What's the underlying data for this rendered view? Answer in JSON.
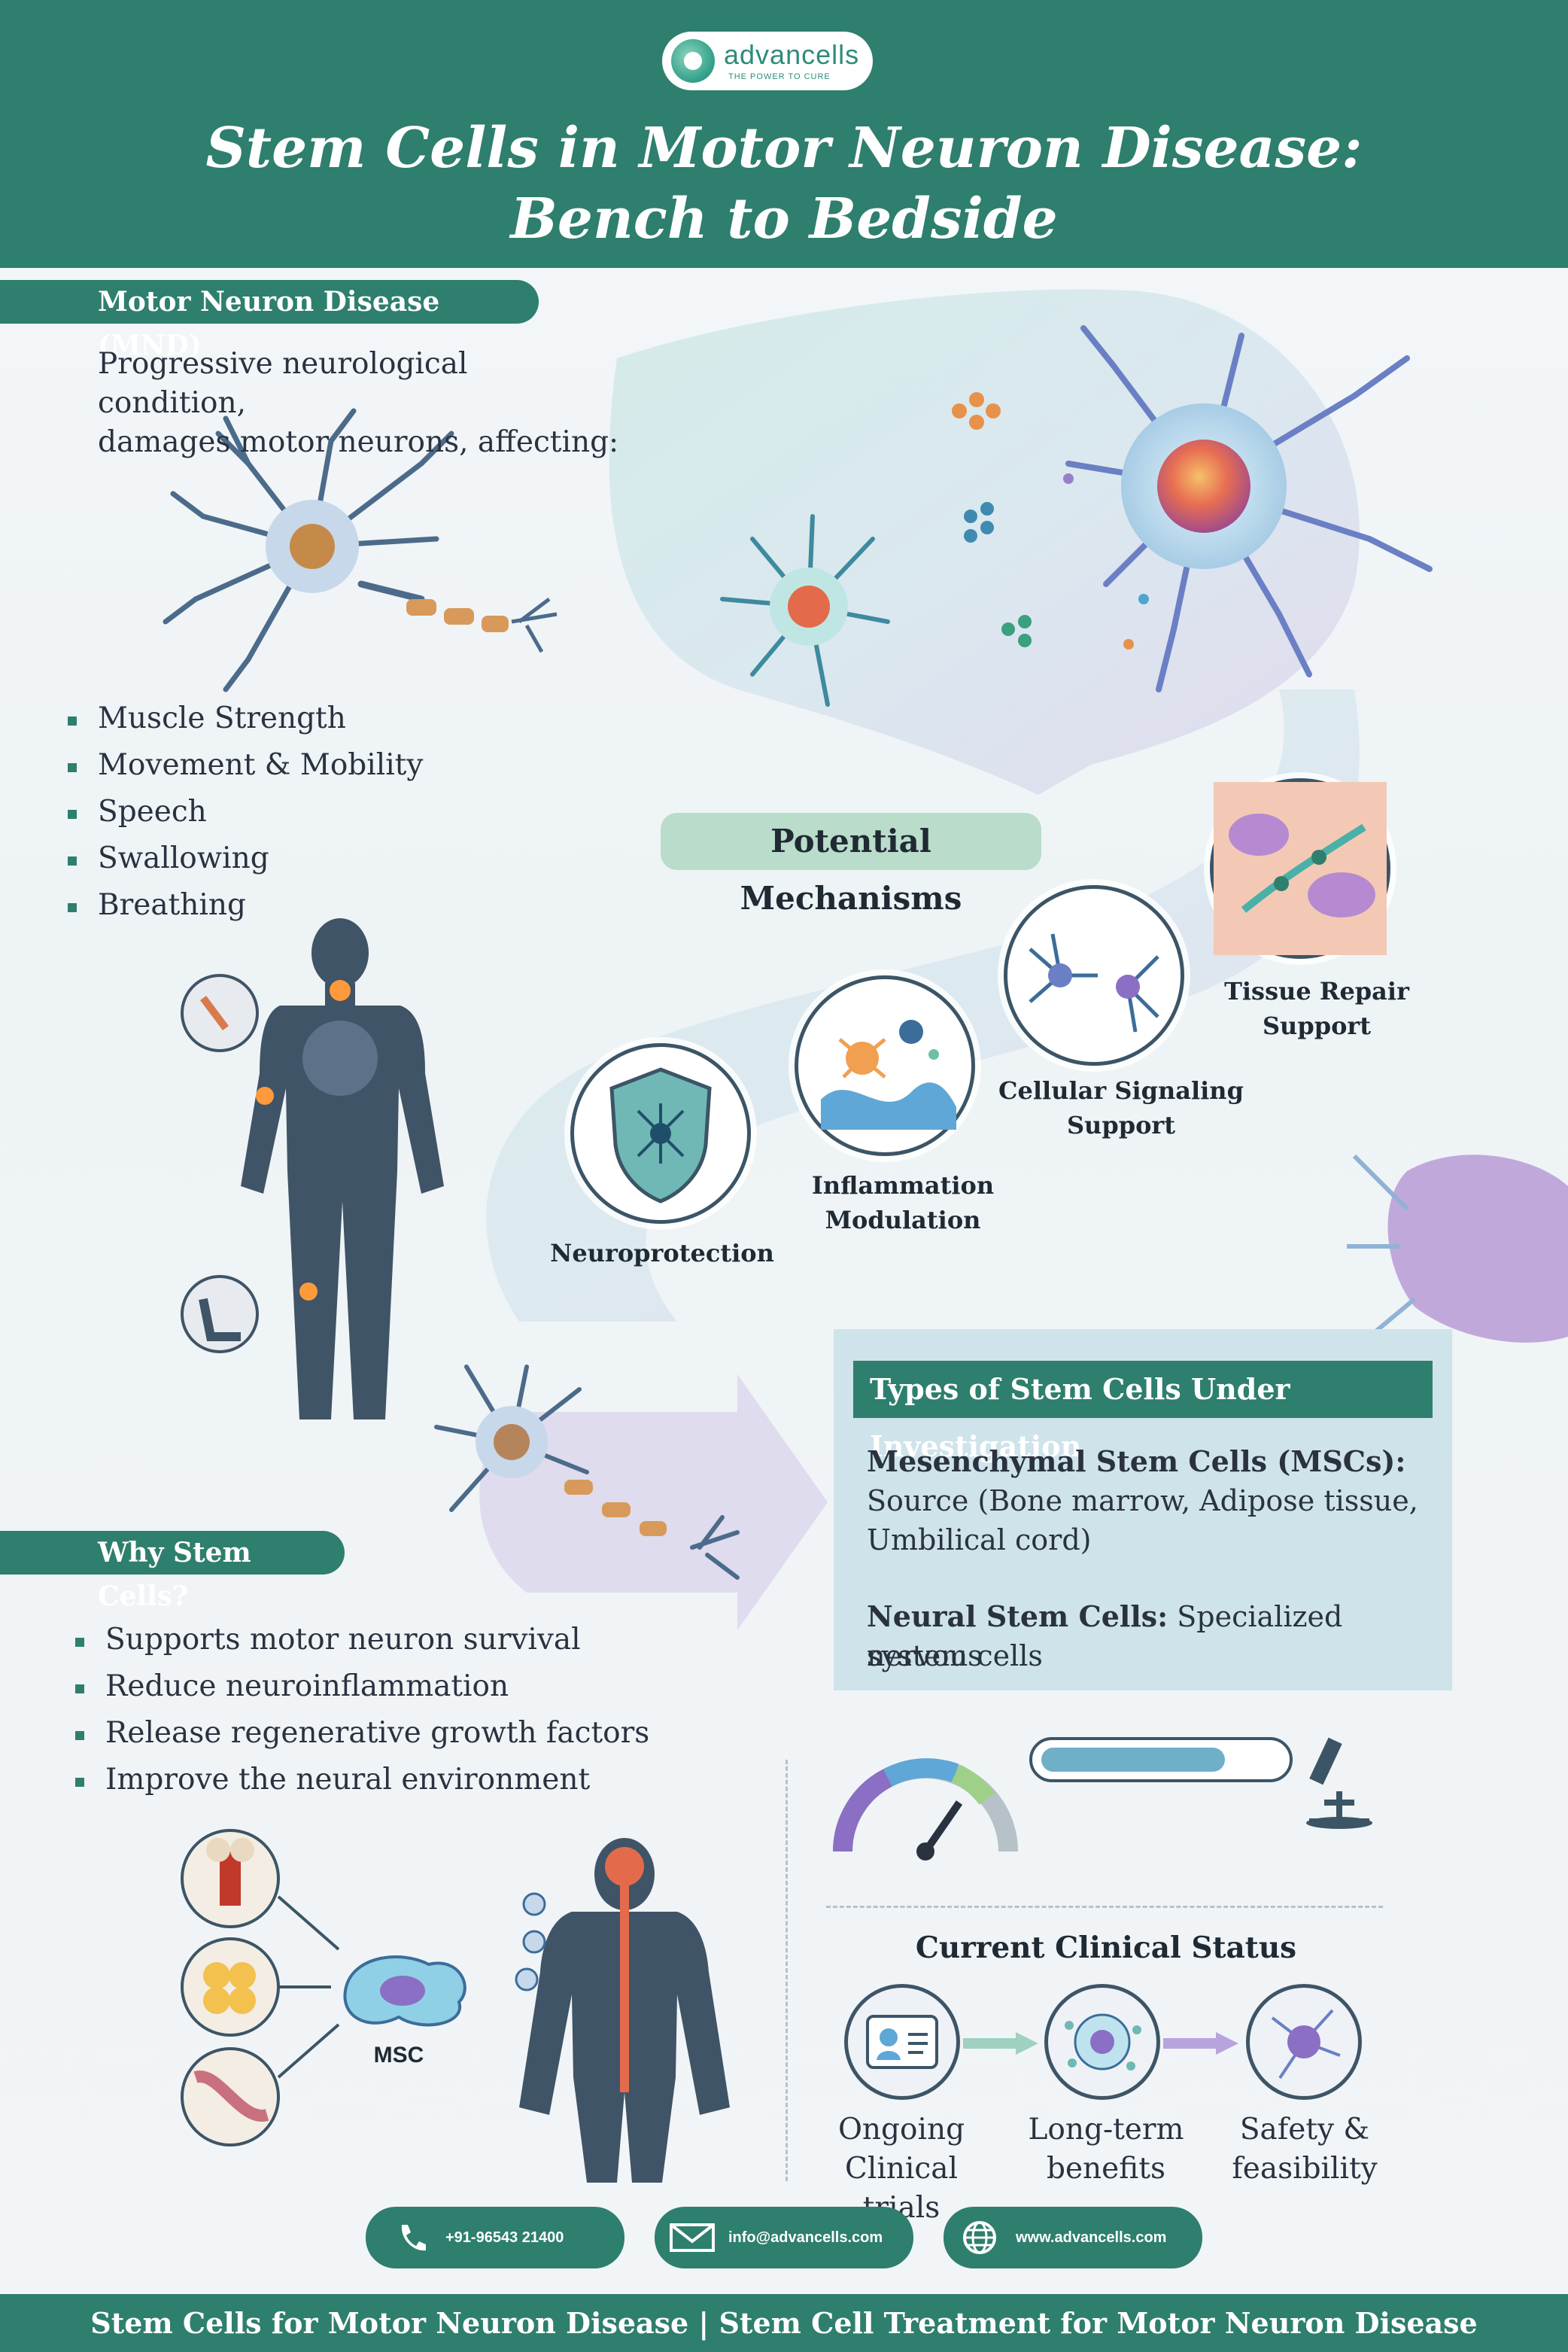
{
  "brand": {
    "name": "advancells",
    "tagline": "THE POWER TO CURE"
  },
  "title": {
    "line1": "Stem Cells in Motor Neuron Disease:",
    "line2": "Bench to Bedside"
  },
  "mnd": {
    "heading": "Motor Neuron Disease (MND)",
    "description_line1": "Progressive neurological condition,",
    "description_line2": "damages motor neurons, affecting:",
    "effects": [
      "Muscle Strength",
      "Movement & Mobility",
      "Speech",
      "Swallowing",
      "Breathing"
    ]
  },
  "mechanisms": {
    "title": "Potential Mechanisms",
    "items": [
      {
        "line1": "Neuroprotection",
        "line2": ""
      },
      {
        "line1": "Inflammation",
        "line2": "Modulation"
      },
      {
        "line1": "Cellular Signaling",
        "line2": "Support"
      },
      {
        "line1": "Tissue Repair",
        "line2": "Support"
      }
    ]
  },
  "types": {
    "heading": "Types of Stem Cells Under Investigation",
    "msc_title": "Mesenchymal Stem Cells (MSCs):",
    "msc_line1": "Source (Bone marrow, Adipose tissue,",
    "msc_line2": "Umbilical cord)",
    "nsc_title": "Neural Stem Cells:",
    "nsc_line1": " Specialized nervous",
    "nsc_line2": "system cells"
  },
  "why": {
    "heading": "Why Stem Cells?",
    "reasons": [
      "Supports motor neuron survival",
      "Reduce neuroinflammation",
      "Release regenerative growth factors",
      "Improve the neural environment"
    ],
    "msc_label": "MSC"
  },
  "clinical": {
    "title": "Current Clinical Status",
    "steps": [
      {
        "line1": "Ongoing",
        "line2": "Clinical trials"
      },
      {
        "line1": "Long-term",
        "line2": "benefits"
      },
      {
        "line1": "Safety &",
        "line2": "feasibility"
      }
    ]
  },
  "contact": {
    "phone": "+91-96543 21400",
    "email": "info@advancells.com",
    "website": "www.advancells.com"
  },
  "footer": "Stem Cells for Motor Neuron Disease | Stem Cell Treatment for Motor Neuron Disease",
  "colors": {
    "brand_green": "#2e7f6d",
    "panel_blue": "#cfe3ea",
    "mechanism_pill": "#b9dccb"
  }
}
